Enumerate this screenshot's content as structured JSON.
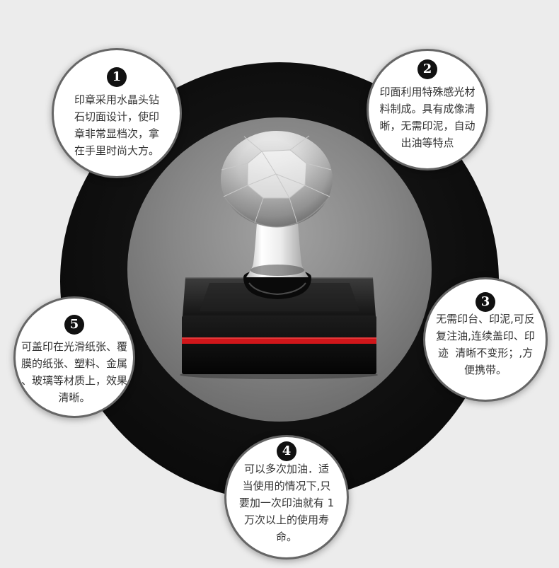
{
  "bubbles": [
    {
      "number": "1",
      "lines": [
        "印章采用水晶头钻",
        "石切面设计，使印",
        "章非常显档次，拿",
        "在手里时尚大方。"
      ]
    },
    {
      "number": "2",
      "lines": [
        "印面利用特殊感光材",
        "料制成。具有成像清",
        "晰，无需印泥，自动",
        "出油等特点"
      ]
    },
    {
      "number": "3",
      "lines": [
        "无需印台、印泥,可反",
        "复注油,连续盖印、印",
        "迹  清晰不变形；,方",
        "便携带。"
      ]
    },
    {
      "number": "4",
      "lines": [
        "可以多次加油．适",
        "当使用的情况下,只",
        "要加一次印油就有 1",
        "万次以上的使用寿",
        "命。"
      ]
    },
    {
      "number": "5",
      "lines": [
        "可盖印在光滑纸张、覆",
        "膜的纸张、塑料、金属",
        "、玻璃等材质上，效果",
        "清晰。"
      ]
    }
  ],
  "colors": {
    "background": "#ececec",
    "outer_circle": "#0e0e0e",
    "inner_circle": "#868686",
    "badge": "#111111",
    "stamp_stripe": "#d0161a"
  }
}
